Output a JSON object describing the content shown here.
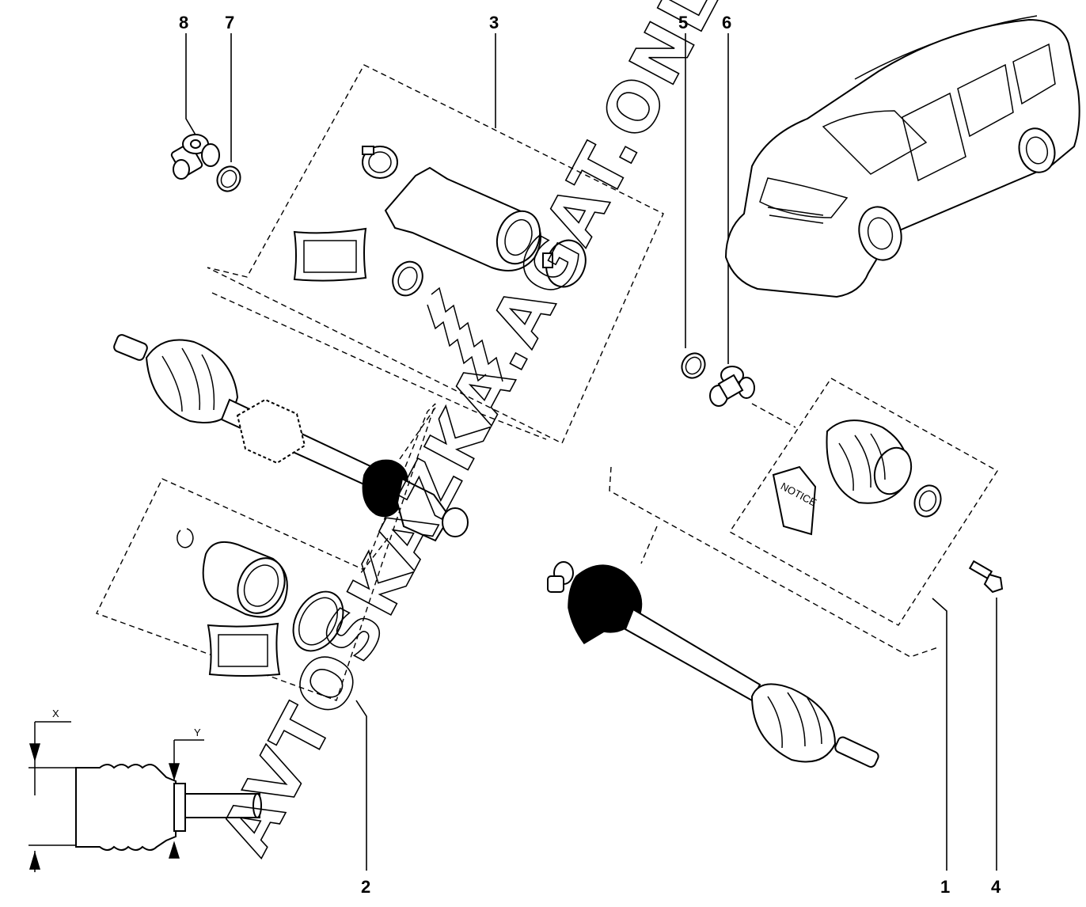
{
  "callouts": {
    "c1": "1",
    "c2": "2",
    "c3": "3",
    "c4": "4",
    "c5": "5",
    "c6": "6",
    "c7": "7",
    "c8": "8"
  },
  "dimensions": {
    "x_label": "X",
    "y_label": "Y"
  },
  "watermark": "AVTOSKAZKA.AGAT.ONLINE",
  "kit_leaflet_text": "NOTICE",
  "colors": {
    "line": "#000000",
    "background": "#ffffff"
  }
}
